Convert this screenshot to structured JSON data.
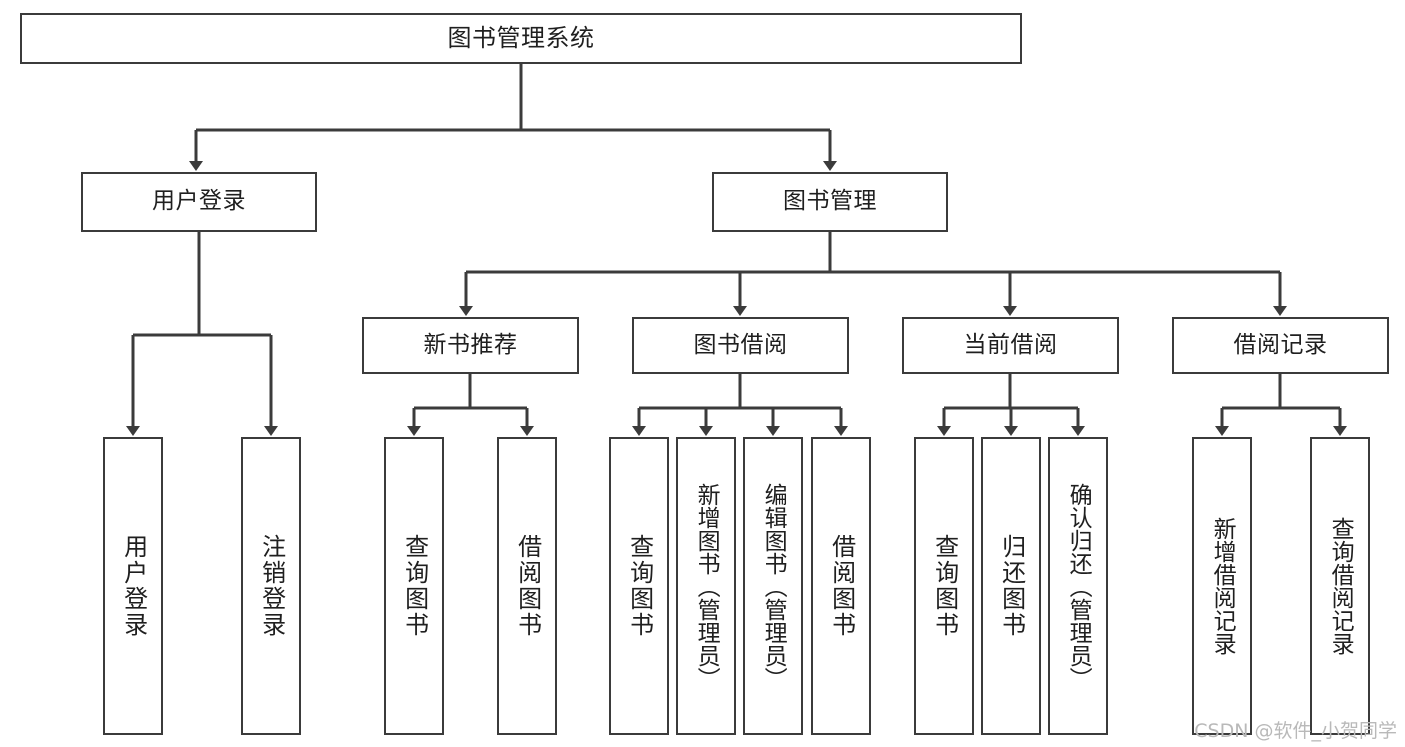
{
  "diagram": {
    "title": "图书管理系统",
    "watermark": "CSDN @软件_小贺同学",
    "colors": {
      "stroke": "#3b3b3b",
      "text": "#1f1f1f",
      "background": "#ffffff",
      "watermark": "#b9b9b9"
    },
    "root": {
      "label": "图书管理系统"
    },
    "level1": [
      {
        "label": "用户登录"
      },
      {
        "label": "图书管理"
      }
    ],
    "level2": [
      {
        "label": "新书推荐"
      },
      {
        "label": "图书借阅"
      },
      {
        "label": "当前借阅"
      },
      {
        "label": "借阅记录"
      }
    ],
    "leaves": {
      "user_login": [
        {
          "label": "用户登录"
        },
        {
          "label": "注销登录"
        }
      ],
      "new_book": [
        {
          "label": "查询图书"
        },
        {
          "label": "借阅图书"
        }
      ],
      "book_borrow": [
        {
          "label": "查询图书"
        },
        {
          "label": "新增图书（管理员）"
        },
        {
          "label": "编辑图书（管理员）"
        },
        {
          "label": "借阅图书"
        }
      ],
      "current_borrow": [
        {
          "label": "查询图书"
        },
        {
          "label": "归还图书"
        },
        {
          "label": "确认归还（管理员）"
        }
      ],
      "borrow_record": [
        {
          "label": "新增借阅记录"
        },
        {
          "label": "查询借阅记录"
        }
      ]
    }
  }
}
